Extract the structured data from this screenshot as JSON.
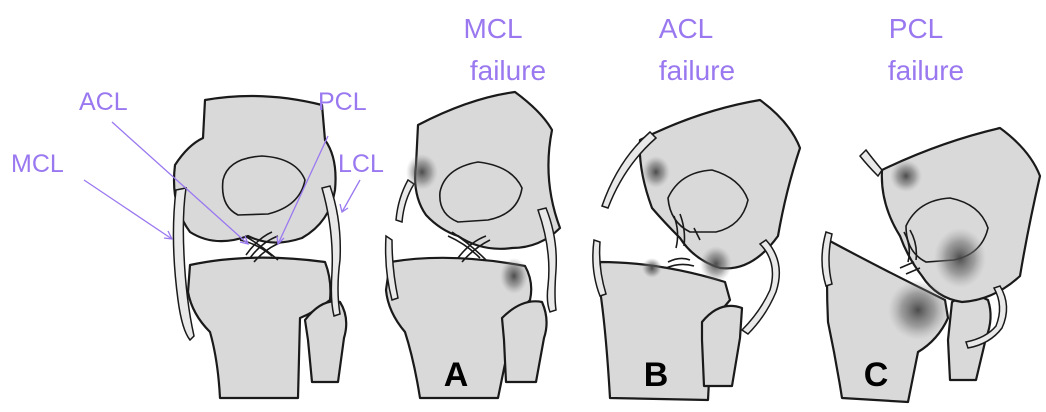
{
  "colors": {
    "label": "#9a78f0",
    "bone_fill": "#d9d9d9",
    "outline": "#1a1a1a",
    "injury_shade": "#555555"
  },
  "labels": {
    "acl": "ACL",
    "pcl": "PCL",
    "mcl": "MCL",
    "lcl": "LCL"
  },
  "panels": [
    {
      "title_line1": "MCL",
      "title_line2": "failure",
      "letter": "A"
    },
    {
      "title_line1": "ACL",
      "title_line2": "failure",
      "letter": "B"
    },
    {
      "title_line1": "PCL",
      "title_line2": "failure",
      "letter": "C"
    }
  ]
}
